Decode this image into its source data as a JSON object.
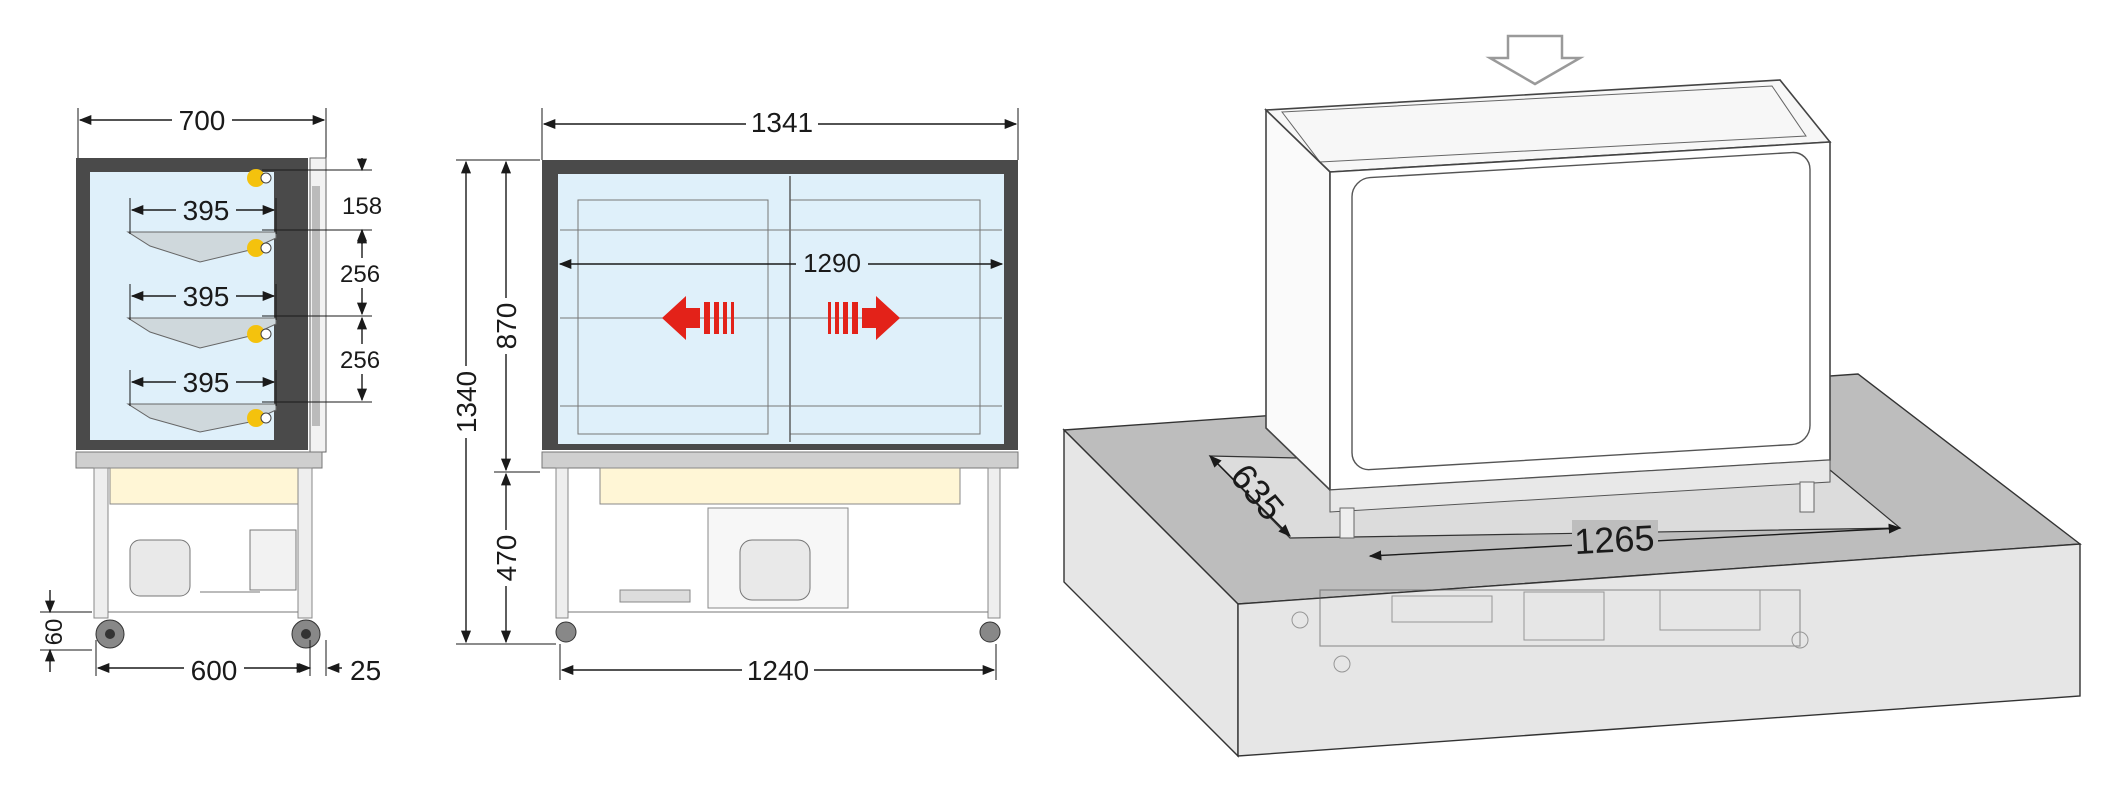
{
  "side_view": {
    "width": "700",
    "shelf_depth": [
      "395",
      "395",
      "395"
    ],
    "spacing": [
      "158",
      "256",
      "256"
    ],
    "foot_height": "60",
    "base_depth": "600",
    "offset": "25"
  },
  "front_view": {
    "width": "1341",
    "inner_width": "1290",
    "total_height": "1340",
    "upper_height": "870",
    "lower_height": "470",
    "base_width": "1240"
  },
  "install_view": {
    "cutout_depth": "635",
    "cutout_width": "1265"
  },
  "colors": {
    "glass": "#dff0fa",
    "frame": "#4a4a4a",
    "arrow": "#e32219",
    "lamp": "#f4c20d",
    "counter_top": "#bdbdbd",
    "counter_side": "#e6e6e6"
  }
}
